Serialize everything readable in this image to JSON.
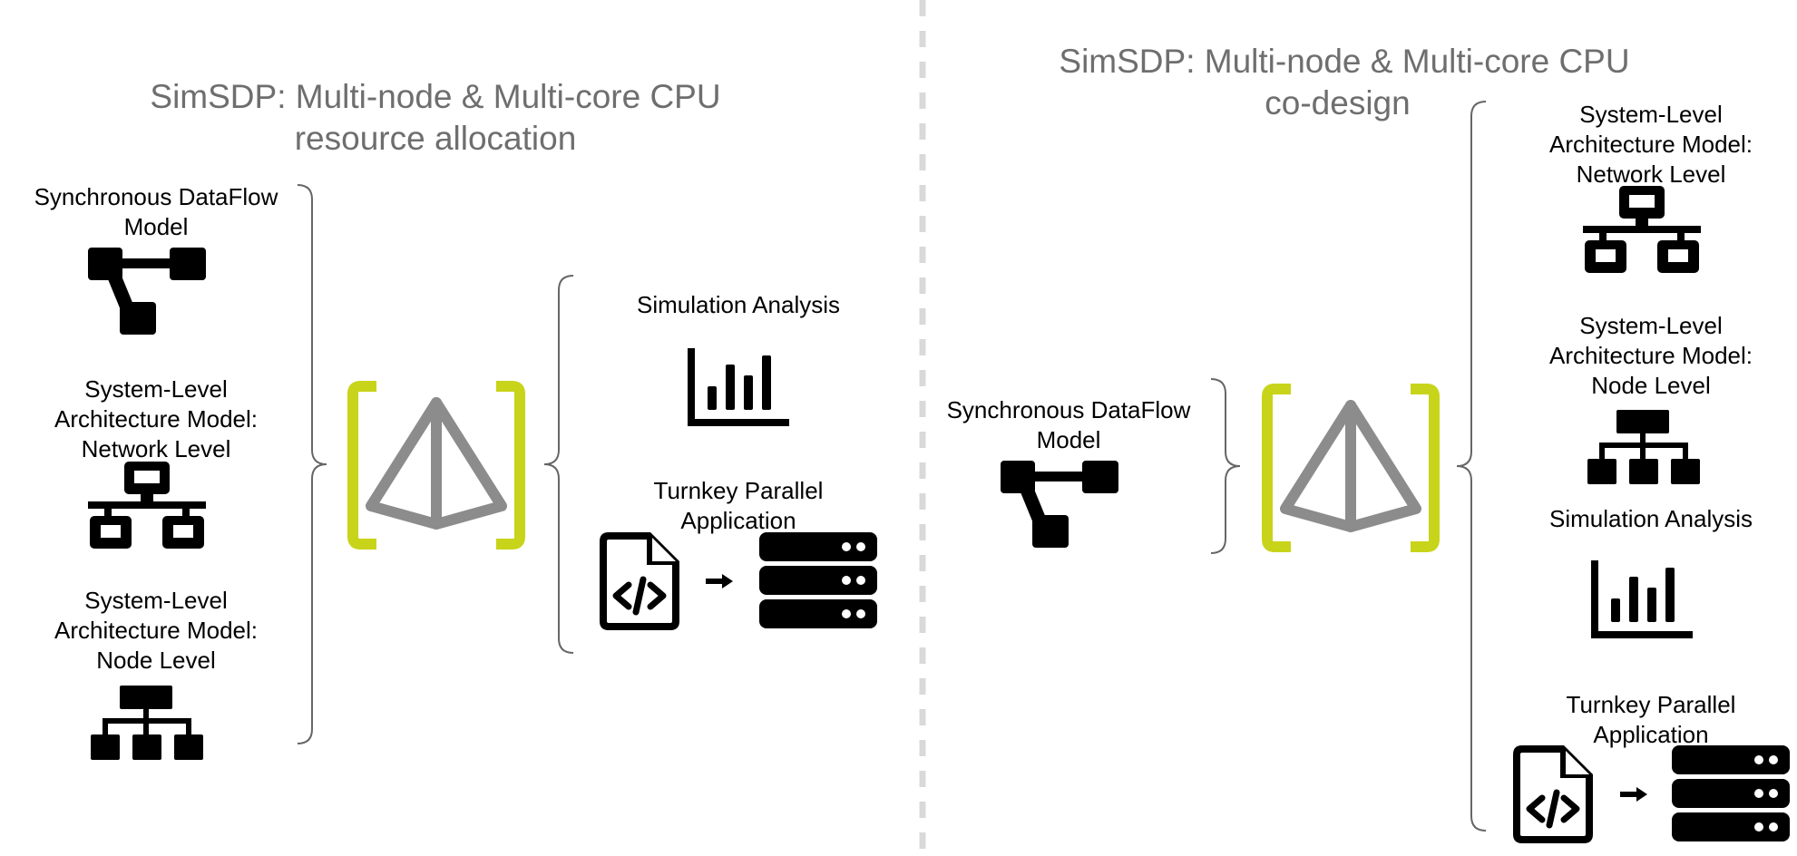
{
  "colors": {
    "title_gray": "#6e6e6e",
    "icon_black": "#000000",
    "logo_bracket": "#c8d41a",
    "logo_triangle": "#8c8c8c",
    "brace_gray": "#666666",
    "divider": "#d9d9d9"
  },
  "left": {
    "title_line1": "SimSDP: Multi-node & Multi-core CPU",
    "title_line2": "resource allocation",
    "inputs": {
      "sdf_line1": "Synchronous DataFlow",
      "sdf_line2": "Model",
      "net_line1": "System-Level",
      "net_line2": "Architecture Model:",
      "net_line3": "Network Level",
      "node_line1": "System-Level",
      "node_line2": "Architecture Model:",
      "node_line3": "Node Level"
    },
    "outputs": {
      "sim_label": "Simulation Analysis",
      "turnkey_line1": "Turnkey Parallel",
      "turnkey_line2": "Application"
    }
  },
  "right": {
    "title_line1": "SimSDP: Multi-node & Multi-core CPU",
    "title_line2": "co-design",
    "input": {
      "sdf_line1": "Synchronous DataFlow",
      "sdf_line2": "Model"
    },
    "outputs": {
      "net_line1": "System-Level",
      "net_line2": "Architecture Model:",
      "net_line3": "Network Level",
      "node_line1": "System-Level",
      "node_line2": "Architecture Model:",
      "node_line3": "Node Level",
      "sim_label": "Simulation Analysis",
      "turnkey_line1": "Turnkey Parallel",
      "turnkey_line2": "Application"
    }
  },
  "icons": [
    "dataflow-icon",
    "network-icon",
    "hierarchy-icon",
    "logo-icon",
    "bar-chart-icon",
    "code-file-icon",
    "arrow-icon",
    "server-icon"
  ]
}
